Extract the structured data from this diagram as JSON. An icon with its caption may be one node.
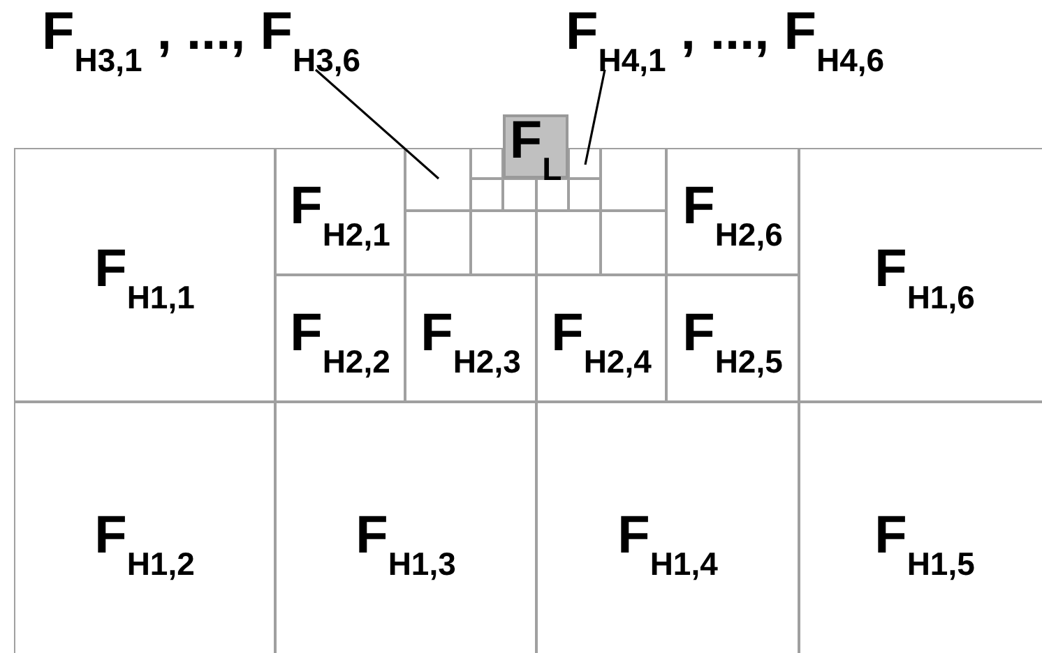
{
  "diagram": {
    "nodes": [
      {
        "text": [
          "F$_{H3,1}$ , ..., F$_{H3,6}$"
        ]
      },
      {
        "text": [
          "F$_{H4,1}$ , ..., F$_{H4,6}$"
        ]
      },
      {
        "text": [
          "F$_{L}$"
        ]
      },
      {
        "text": [
          "F$_{H1,1}$"
        ]
      },
      {
        "text": [
          "F$_{H2,1}$"
        ]
      },
      {
        "text": [],
        "shape": "box"
      },
      {
        "text": [],
        "shape": "box"
      },
      {
        "text": [],
        "shape": "box"
      },
      {
        "text": [],
        "shape": "box"
      },
      {
        "text": [
          "F$_{H2,6}$"
        ]
      },
      {
        "text": [
          "F$_{H1,6}$"
        ]
      },
      {
        "text": [],
        "shape": "box"
      },
      {
        "text": [],
        "shape": "box"
      },
      {
        "text": [],
        "shape": "box"
      },
      {
        "text": [],
        "shape": "box"
      },
      {
        "text": [],
        "shape": "box"
      },
      {
        "text": [],
        "shape": "box"
      },
      {
        "text": [],
        "shape": "box"
      },
      {
        "text": [],
        "shape": "box"
      },
      {
        "text": [
          "F$_{H2,2}$"
        ]
      },
      {
        "text": [
          "F$_{H2,3}$"
        ]
      },
      {
        "text": [
          "F$_{H2,4}$"
        ]
      },
      {
        "text": [
          "F$_{H2,5}$"
        ]
      },
      {
        "text": [
          "F$_{H1,2}$"
        ]
      },
      {
        "text": [
          "F$_{H1,3}$"
        ]
      },
      {
        "text": [
          "F$_{H1,4}$"
        ]
      },
      {
        "text": [
          "F$_{H1,5}$"
        ]
      }
    ],
    "edges": [
      {
        "from": 0,
        "to": 5,
        "arrow": "none"
      },
      {
        "from": 1,
        "to": 7,
        "arrow": "none"
      }
    ]
  }
}
